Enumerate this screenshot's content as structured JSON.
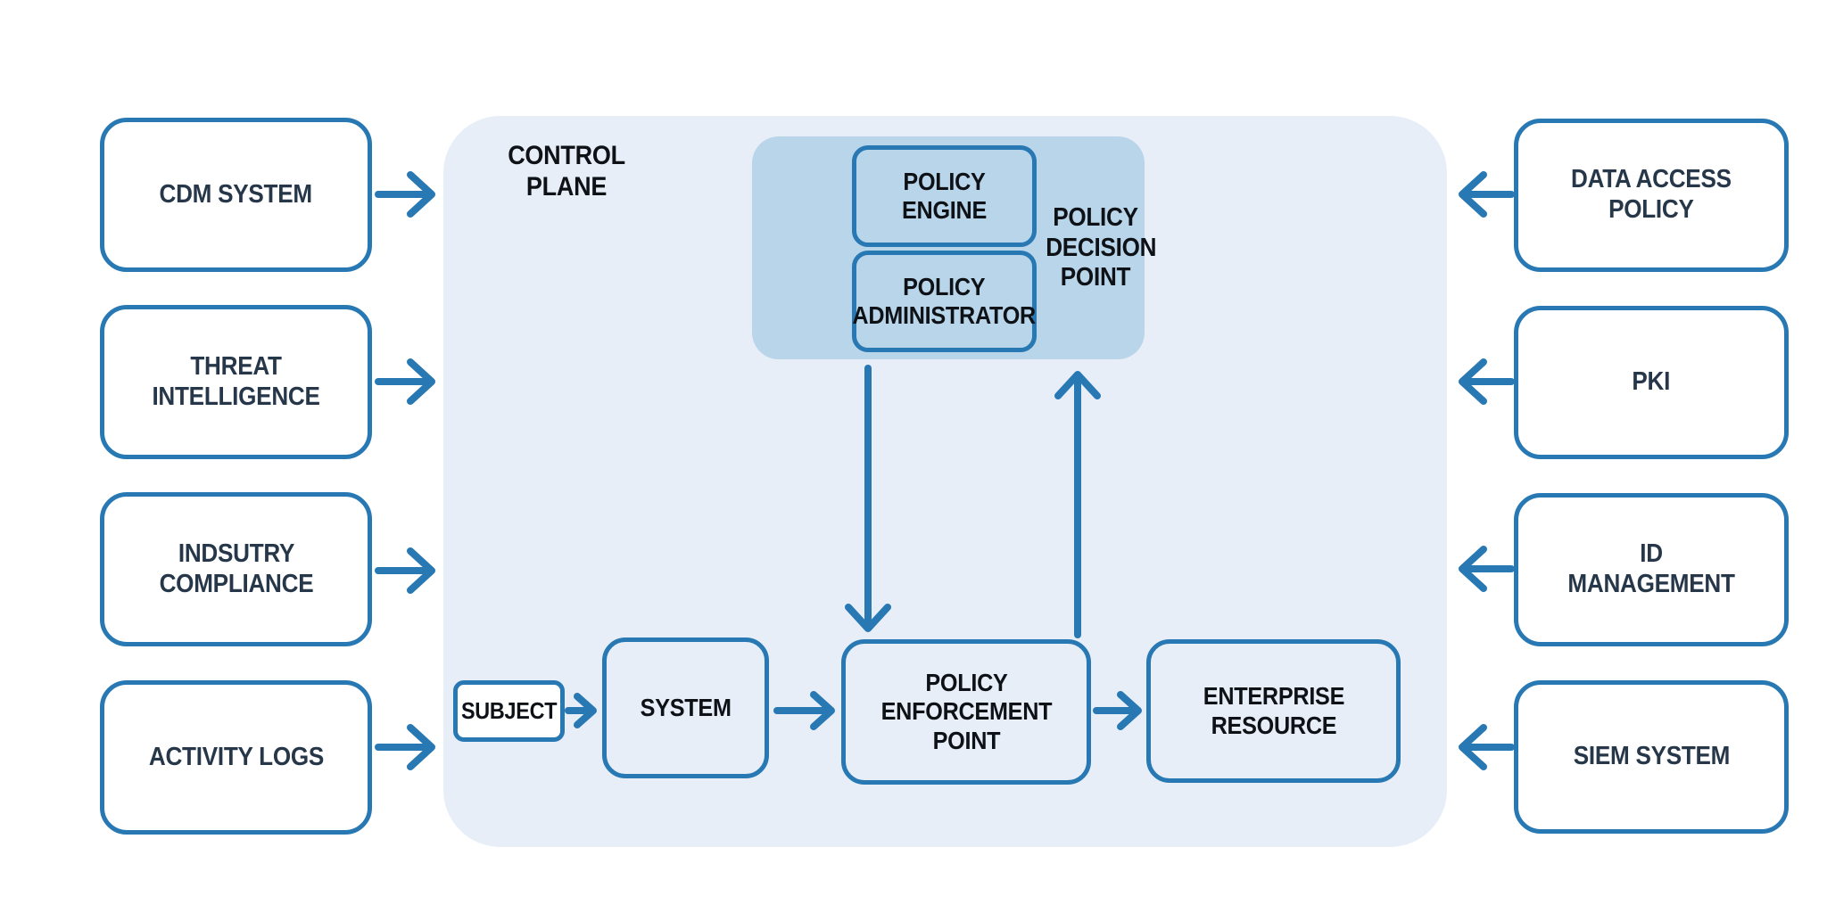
{
  "colors": {
    "canvas_bg": "#ffffff",
    "border_blue": "#2878b4",
    "arrow_blue": "#2878b4",
    "container_fill": "#e7eef7",
    "pdp_fill": "#b9d5ea",
    "side_text": "#27374a",
    "center_text": "#0e1217",
    "subject_fill": "#ffffff"
  },
  "control_plane": {
    "label": "CONTROL\nPLANE"
  },
  "policy_decision_point": {
    "label": "POLICY\nDECISION\nPOINT",
    "policy_engine_label": "POLICY ENGINE",
    "policy_administrator_label": "POLICY\nADMINISTRATOR"
  },
  "left_column": {
    "items": [
      {
        "label": "CDM SYSTEM"
      },
      {
        "label": "THREAT\nINTELLIGENCE"
      },
      {
        "label": "INDSUTRY\nCOMPLIANCE"
      },
      {
        "label": "ACTIVITY LOGS"
      }
    ]
  },
  "right_column": {
    "items": [
      {
        "label": "DATA ACCESS\nPOLICY"
      },
      {
        "label": "PKI"
      },
      {
        "label": "ID\nMANAGEMENT"
      },
      {
        "label": "SIEM SYSTEM"
      }
    ]
  },
  "data_plane": {
    "subject_label": "SUBJECT",
    "system_label": "SYSTEM",
    "policy_enforcement_point_label": "POLICY\nENFORCEMENT\nPOINT",
    "enterprise_resource_label": "ENTERPRISE\nRESOURCE"
  }
}
